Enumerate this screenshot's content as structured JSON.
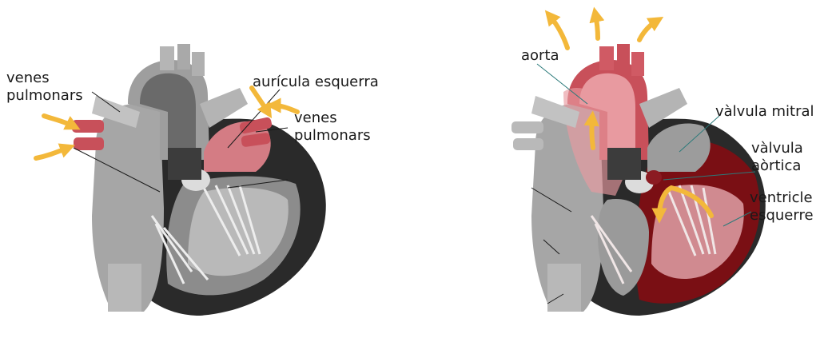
{
  "colors": {
    "background": "#ffffff",
    "heart_gray_light": "#d8d8d8",
    "heart_gray_mid": "#9a9a9a",
    "heart_gray_dark": "#5c5c5c",
    "heart_wall": "#2a2a2a",
    "oxygenated_red": "#c8505a",
    "oxygenated_red_light": "#e89aa0",
    "ventricle_dark_red": "#7a0f14",
    "flow_arrow": "#f3b83a",
    "leader_line": "#2b7a7a"
  },
  "left_panel": {
    "labels": {
      "pulmonary_veins_left": [
        "venes",
        "pulmonars"
      ],
      "left_atrium": "aurícula esquerra",
      "pulmonary_veins_right": [
        "venes",
        "pulmonars"
      ]
    }
  },
  "right_panel": {
    "labels": {
      "aorta": "aorta",
      "mitral_valve": "vàlvula mitral",
      "aortic_valve": [
        "vàlvula",
        "aòrtica"
      ],
      "left_ventricle": [
        "ventricle",
        "esquerre"
      ]
    }
  }
}
